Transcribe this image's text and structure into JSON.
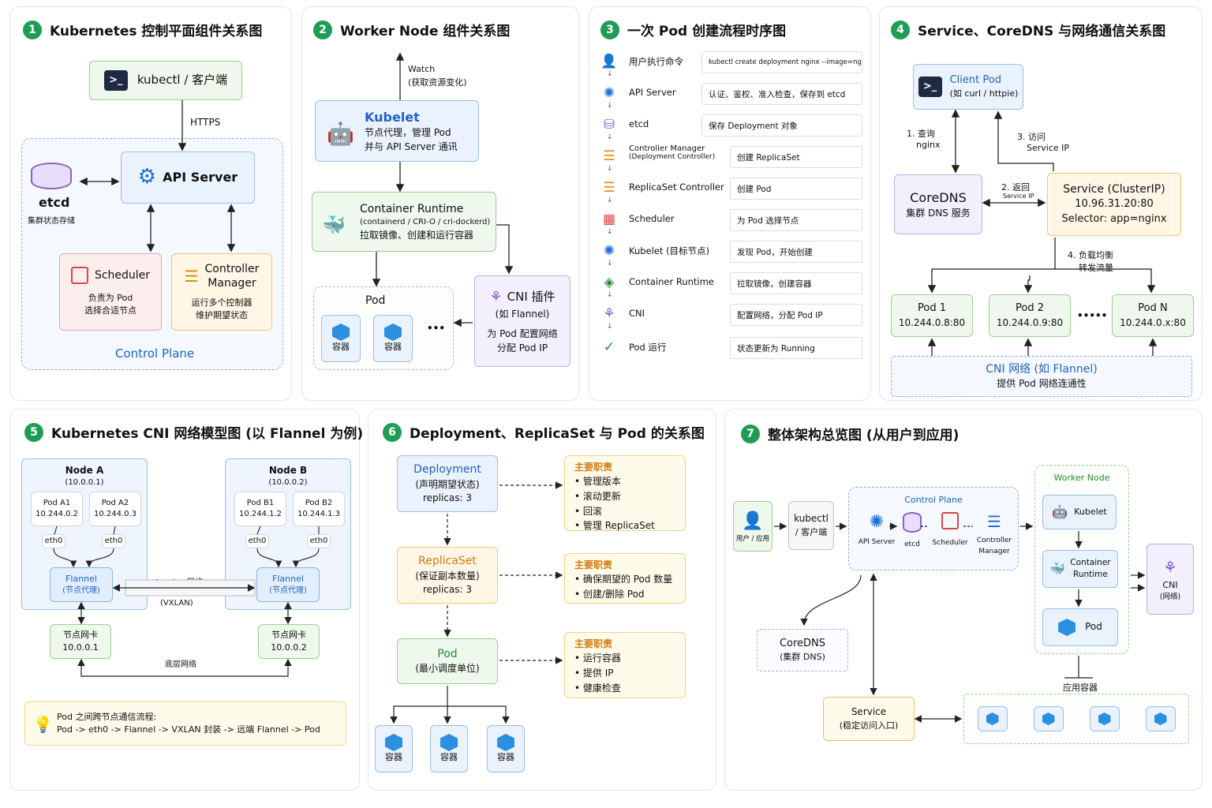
{
  "p1": {
    "num": "1",
    "title": "Kubernetes 控制平面组件关系图",
    "kubectl": "kubectl / 客户端",
    "https": "HTTPS",
    "apiserver": "API Server",
    "etcd": "etcd",
    "etcd_sub": "集群状态存储",
    "scheduler": "Scheduler",
    "scheduler_desc1": "负责为 Pod",
    "scheduler_desc2": "选择合适节点",
    "cm1": "Controller",
    "cm2": "Manager",
    "cm_desc1": "运行多个控制器",
    "cm_desc2": "维护期望状态",
    "control_plane": "Control Plane"
  },
  "p2": {
    "num": "2",
    "title": "Worker Node 组件关系图",
    "watch1": "Watch",
    "watch2": "(获取资源变化)",
    "kubelet": "Kubelet",
    "kubelet_d1": "节点代理，管理 Pod",
    "kubelet_d2": "并与 API Server 通讯",
    "cr": "Container Runtime",
    "cr_sub": "(containerd / CRI-O / cri-dockerd)",
    "cr_desc": "拉取镜像、创建和运行容器",
    "pod": "Pod",
    "container": "容器",
    "dots": "•••",
    "cni1": "CNI 插件",
    "cni2": "(如 Flannel)",
    "cni_d1": "为 Pod 配置网络",
    "cni_d2": "分配 Pod IP"
  },
  "p3": {
    "num": "3",
    "title": "一次 Pod 创建流程时序图",
    "rows": [
      {
        "label": "用户执行命令",
        "text": "kubectl create deployment nginx --image=nginx"
      },
      {
        "label": "API Server",
        "text": "认证、鉴权、准入检查，保存到 etcd"
      },
      {
        "label": "etcd",
        "text": "保存 Deployment 对象"
      },
      {
        "label": "Controller Manager",
        "label2": "(Deployment Controller)",
        "text": "创建 ReplicaSet"
      },
      {
        "label": "ReplicaSet Controller",
        "text": "创建 Pod"
      },
      {
        "label": "Scheduler",
        "text": "为 Pod 选择节点"
      },
      {
        "label": "Kubelet (目标节点)",
        "text": "发现 Pod，开始创建"
      },
      {
        "label": "Container Runtime",
        "text": "拉取镜像，创建容器"
      },
      {
        "label": "CNI",
        "text": "配置网络，分配 Pod IP"
      },
      {
        "label": "Pod 运行",
        "text": "状态更新为 Running"
      }
    ]
  },
  "p4": {
    "num": "4",
    "title": "Service、CoreDNS 与网络通信关系图",
    "client1": "Client Pod",
    "client2": "(如 curl / httpie)",
    "q1": "1. 查询",
    "q2": "nginx",
    "v1": "3. 访问",
    "v2": "Service IP",
    "r1": "2. 返回",
    "r2": "Service IP",
    "coredns": "CoreDNS",
    "coredns_sub": "集群 DNS 服务",
    "svc1": "Service (ClusterIP)",
    "svc2": "10.96.31.20:80",
    "svc3": "Selector: app=nginx",
    "lb1": "4. 负载均衡",
    "lb2": "转发流量",
    "pods": [
      {
        "n": "Pod 1",
        "ip": "10.244.0.8:80"
      },
      {
        "n": "Pod 2",
        "ip": "10.244.0.9:80"
      },
      {
        "n": "Pod N",
        "ip": "10.244.0.x:80"
      }
    ],
    "cni1": "CNI 网络 (如 Flannel)",
    "cni2": "提供 Pod 网络连通性"
  },
  "p5": {
    "num": "5",
    "title": "Kubernetes CNI 网络模型图 (以 Flannel 为例)",
    "nodeA": "Node A",
    "nodeA_ip": "(10.0.0.1)",
    "nodeB": "Node B",
    "nodeB_ip": "(10.0.0.2)",
    "podA1": "Pod A1",
    "podA1_ip": "10.244.0.2",
    "podA2": "Pod A2",
    "podA2_ip": "10.244.0.3",
    "podB1": "Pod B1",
    "podB1_ip": "10.244.1.2",
    "podB2": "Pod B2",
    "podB2_ip": "10.244.1.3",
    "eth0": "eth0",
    "flannel": "Flannel",
    "flannel_sub": "(节点代理)",
    "overlay": "Overlay 网络",
    "vxlan": "(VXLAN)",
    "nicA": "节点网卡",
    "nicA_ip": "10.0.0.1",
    "nicB": "节点网卡",
    "nicB_ip": "10.0.0.2",
    "underlay": "底层网络",
    "tip1": "Pod 之间跨节点通信流程:",
    "tip2": "Pod -> eth0 -> Flannel -> VXLAN 封装 -> 远端 Flannel -> Pod"
  },
  "p6": {
    "num": "6",
    "title": "Deployment、ReplicaSet 与 Pod 的关系图",
    "dep": "Deployment",
    "dep_sub": "(声明期望状态)",
    "dep_rep": "replicas: 3",
    "rs": "ReplicaSet",
    "rs_sub": "(保证副本数量)",
    "rs_rep": "replicas: 3",
    "pod": "Pod",
    "pod_sub": "(最小调度单位)",
    "container": "容器",
    "duty_title": "主要职责",
    "dep_duties": [
      "管理版本",
      "滚动更新",
      "回滚",
      "管理 ReplicaSet"
    ],
    "rs_duties": [
      "确保期望的 Pod 数量",
      "创建/删除 Pod"
    ],
    "pod_duties": [
      "运行容器",
      "提供 IP",
      "健康检查"
    ]
  },
  "p7": {
    "num": "7",
    "title": "整体架构总览图 (从用户到应用)",
    "user": "用户 / 应用",
    "kubectl1": "kubectl",
    "kubectl2": "/ 客户端",
    "cp": "Control Plane",
    "api": "API Server",
    "etcd": "etcd",
    "sched": "Scheduler",
    "cm1": "Controller",
    "cm2": "Manager",
    "wn": "Worker Node",
    "kubelet": "Kubelet",
    "cr1": "Container",
    "cr2": "Runtime",
    "pod": "Pod",
    "cni1": "CNI",
    "cni2": "(网络)",
    "coredns": "CoreDNS",
    "coredns_sub": "(集群 DNS)",
    "svc": "Service",
    "svc_sub": "(稳定访问入口)",
    "apps": "应用容器"
  }
}
